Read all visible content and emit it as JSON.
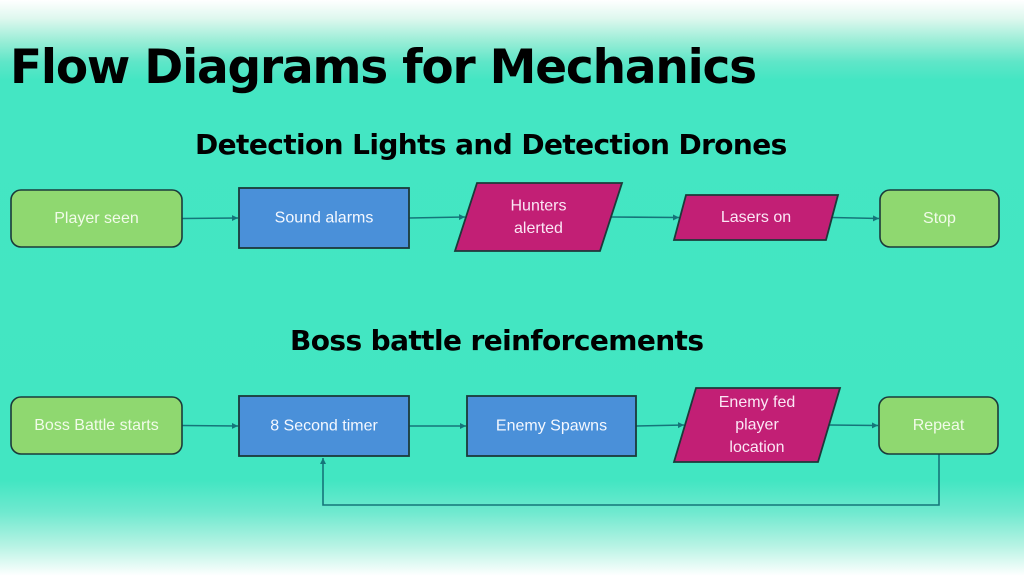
{
  "title": "Flow Diagrams for Mechanics",
  "colors": {
    "background": "#42e6c2",
    "terminal": "#8fd870",
    "process": "#4a90d9",
    "data": "#c21f75",
    "outline": "#1b3a3a",
    "connector": "#15757a"
  },
  "flows": [
    {
      "title": "Detection Lights and Detection Drones",
      "nodes": [
        {
          "id": "player-seen",
          "shape": "terminal",
          "lines": [
            "Player seen"
          ]
        },
        {
          "id": "sound-alarms",
          "shape": "process",
          "lines": [
            "Sound alarms"
          ]
        },
        {
          "id": "hunters-alerted",
          "shape": "data",
          "lines": [
            "Hunters",
            "alerted"
          ]
        },
        {
          "id": "lasers-on",
          "shape": "data",
          "lines": [
            "Lasers on"
          ]
        },
        {
          "id": "stop",
          "shape": "terminal",
          "lines": [
            "Stop"
          ]
        }
      ],
      "edges": [
        [
          "player-seen",
          "sound-alarms"
        ],
        [
          "sound-alarms",
          "hunters-alerted"
        ],
        [
          "hunters-alerted",
          "lasers-on"
        ],
        [
          "lasers-on",
          "stop"
        ]
      ]
    },
    {
      "title": "Boss battle reinforcements",
      "nodes": [
        {
          "id": "boss-battle-starts",
          "shape": "terminal",
          "lines": [
            "Boss Battle starts"
          ]
        },
        {
          "id": "eight-second-timer",
          "shape": "process",
          "lines": [
            "8 Second timer"
          ]
        },
        {
          "id": "enemy-spawns",
          "shape": "process",
          "lines": [
            "Enemy Spawns"
          ]
        },
        {
          "id": "enemy-fed-player-location",
          "shape": "data",
          "lines": [
            "Enemy fed",
            "player",
            "location"
          ]
        },
        {
          "id": "repeat",
          "shape": "terminal",
          "lines": [
            "Repeat"
          ]
        }
      ],
      "edges": [
        [
          "boss-battle-starts",
          "eight-second-timer"
        ],
        [
          "eight-second-timer",
          "enemy-spawns"
        ],
        [
          "enemy-spawns",
          "enemy-fed-player-location"
        ],
        [
          "enemy-fed-player-location",
          "repeat"
        ],
        [
          "repeat",
          "eight-second-timer"
        ]
      ]
    }
  ]
}
